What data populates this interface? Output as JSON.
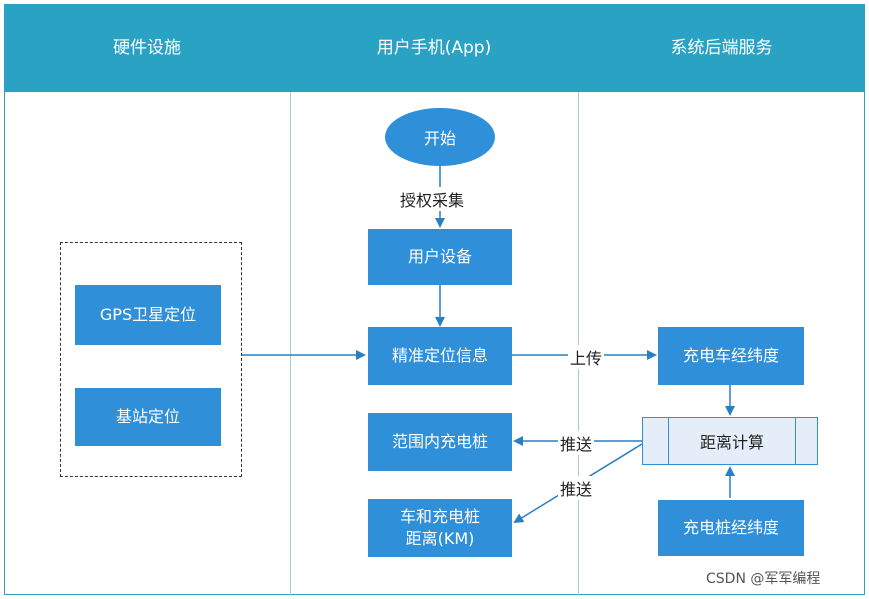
{
  "lanes": {
    "hardware": "硬件设施",
    "app": "用户手机(App)",
    "backend": "系统后端服务"
  },
  "nodes": {
    "start": "开始",
    "user_device": "用户设备",
    "precise_location": "精准定位信息",
    "gps": "GPS卫星定位",
    "base_station": "基站定位",
    "car_latlng": "充电车经纬度",
    "distance_calc": "距离计算",
    "pile_latlng": "充电桩经纬度",
    "nearby_piles": "范围内充电桩",
    "car_pile_distance_line1": "车和充电桩",
    "car_pile_distance_line2": "距离(KM)"
  },
  "edges": {
    "auth_collect": "授权采集",
    "upload": "上传",
    "push1": "推送",
    "push2": "推送"
  },
  "colors": {
    "header": "#2aa2c3",
    "node": "#2f8fd8",
    "arrow": "#2a7fc0"
  },
  "watermark": "CSDN @军军编程"
}
